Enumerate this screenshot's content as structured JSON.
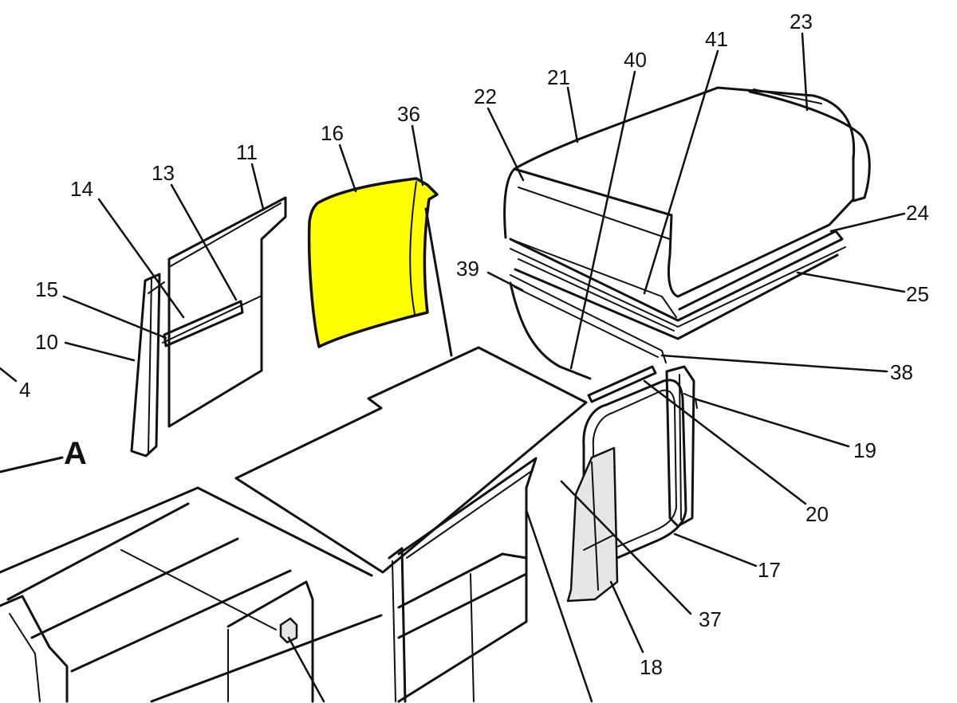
{
  "diagram": {
    "highlight_color": "#ffff00",
    "line_color": "#111111",
    "view_marker": "A",
    "labels": {
      "l4": "4",
      "l10": "10",
      "l11": "11",
      "l13": "13",
      "l14": "14",
      "l15": "15",
      "l16": "16",
      "l17": "17",
      "l18": "18",
      "l19": "19",
      "l20": "20",
      "l21": "21",
      "l22": "22",
      "l23": "23",
      "l24": "24",
      "l25": "25",
      "l36": "36",
      "l37": "37",
      "l38": "38",
      "l39": "39",
      "l40": "40",
      "l41": "41"
    }
  }
}
